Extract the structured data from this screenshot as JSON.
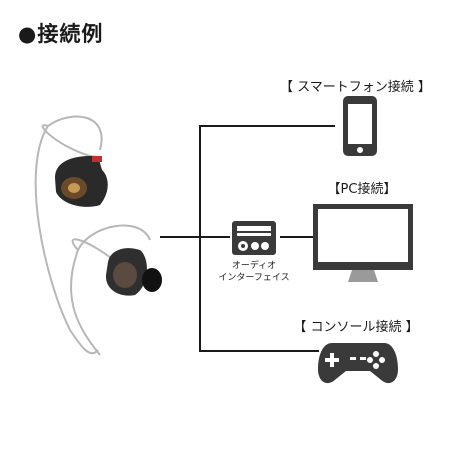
{
  "title": "●接続例",
  "labels": {
    "smartphone": "【 スマートフォン接続 】",
    "pc": "【PC接続】",
    "console": "【 コンソール接続 】",
    "interface_line1": "オーディオ",
    "interface_line2": "インターフェイス"
  },
  "colors": {
    "line": "#1a1a1a",
    "device": "#3a3a3a",
    "screen_fill": "#ffffff",
    "monitor_stand": "#9a9a9a",
    "cable": "#b7b7b7"
  },
  "icons": {
    "earphones": "in-ear-monitor-earphones",
    "smartphone": "smartphone-icon",
    "pc": "monitor-icon",
    "interface": "audio-interface-icon",
    "console": "gamepad-icon"
  }
}
